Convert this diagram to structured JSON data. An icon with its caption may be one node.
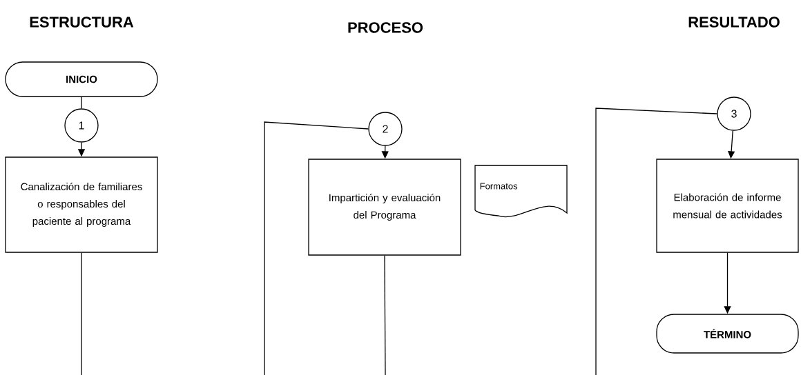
{
  "diagram": {
    "nodes": [
      {
        "text": [
          "INICIO"
        ]
      },
      {
        "text": [
          "1"
        ]
      },
      {
        "text": [
          "Canalización de familiares o responsables del paciente al programa"
        ]
      },
      {
        "text": [
          "2"
        ]
      },
      {
        "text": [
          "Impartición y evaluación del Programa"
        ]
      },
      {
        "text": [
          "Formatos"
        ]
      },
      {
        "text": [
          "3"
        ]
      },
      {
        "text": [
          "Elaboración de informe mensual de actividades"
        ]
      },
      {
        "text": [
          "TÉRMINO"
        ]
      }
    ],
    "edges": [
      {
        "from": 0,
        "to": 1,
        "arrow": "none"
      },
      {
        "from": 1,
        "to": 2,
        "arrow": "to"
      },
      {
        "from": 2,
        "to": null,
        "arrow": "none"
      },
      {
        "from": null,
        "to": 3,
        "arrow": "none"
      },
      {
        "from": 3,
        "to": 4,
        "arrow": "to"
      },
      {
        "from": 4,
        "to": null,
        "arrow": "none"
      },
      {
        "from": null,
        "to": 6,
        "arrow": "none"
      },
      {
        "from": 6,
        "to": 7,
        "arrow": "to"
      },
      {
        "from": 7,
        "to": 8,
        "arrow": "to"
      }
    ],
    "labels": [
      "ESTRUCTURA",
      "PROCESO",
      "RESULTADO"
    ]
  }
}
